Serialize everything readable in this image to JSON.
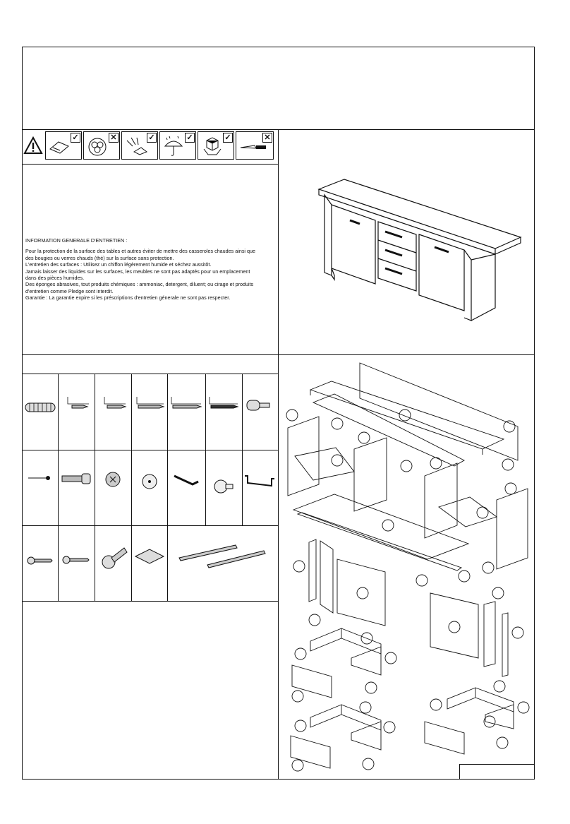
{
  "care": {
    "title": "INFORMATION GENERALE D'ENTRETIEN :",
    "lines": [
      "Pour la protection de la surface des tables et autres éviter de mettre des casseroles chaudes ainsi que",
      "des bougies ou verres chauds (thé) sur la surface sans protection.",
      "L'entretien des surfaces : Utilisez un chiffon légèrement humide et séchez aussitôt.",
      "Jamais laisser des liquides sur les surfaces, les meubles ne sont pas adaptés pour un emplacement",
      "dans des pièces humides.",
      "Des éponges abrasives, tout produits chémiques : ammoniac, detergent, diluent; ou cirage et produits",
      "d'entretien comme Pledge sont interdit.",
      "Garantie : La garantie expire si les préscriptions d'entretien génerale ne sont pas respecter."
    ]
  },
  "care_icons": [
    {
      "name": "cloth-icon",
      "status": "allowed",
      "mark": "✓"
    },
    {
      "name": "chemical-icon",
      "status": "forbidden",
      "mark": "✕"
    },
    {
      "name": "sunlight-icon",
      "status": "allowed",
      "mark": "✓"
    },
    {
      "name": "umbrella-icon",
      "status": "allowed",
      "mark": "✓"
    },
    {
      "name": "fragile-box-icon",
      "status": "allowed",
      "mark": "✓"
    },
    {
      "name": "knife-icon",
      "status": "forbidden",
      "mark": "✕"
    }
  ],
  "hardware": {
    "row1": [
      "wooden-dowel",
      "short-screw",
      "screw",
      "long-screw",
      "long-screw",
      "long-screw",
      "shelf-support"
    ],
    "row2": [
      "nail",
      "cam-bolt",
      "cam-lock",
      "cover-cap",
      "hex-key",
      "knob",
      "handle"
    ],
    "row3": [
      "euro-screw",
      "euro-screw",
      "hinge",
      "hinge-plate",
      "drawer-runners"
    ]
  }
}
